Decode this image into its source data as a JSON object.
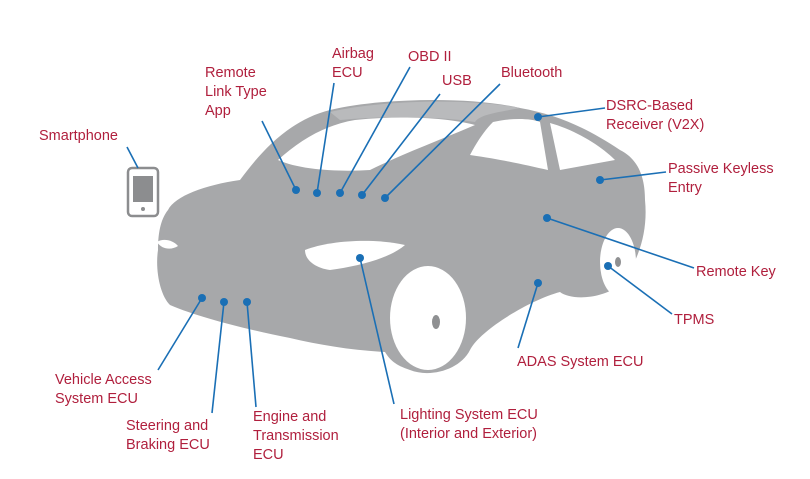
{
  "colors": {
    "car_body": "#a7a8aa",
    "car_dark": "#8f9092",
    "glass": "#ffffff",
    "line": "#1a6fb5",
    "dot": "#1a6fb5",
    "label": "#b01f3d",
    "phone": "#8c8d8f"
  },
  "labels": {
    "smartphone": "Smartphone",
    "remote_link": "Remote\nLink Type\nApp",
    "airbag": "Airbag\nECU",
    "obd": "OBD II",
    "usb": "USB",
    "bluetooth": "Bluetooth",
    "dsrc": "DSRC-Based\nReceiver (V2X)",
    "keyless": "Passive Keyless\nEntry",
    "remote_key": "Remote Key",
    "tpms": "TPMS",
    "adas": "ADAS System ECU",
    "lighting": "Lighting System ECU\n(Interior and Exterior)",
    "engine": "Engine and\nTransmission\nECU",
    "steering": "Steering and\nBraking ECU",
    "vehicle_access": "Vehicle Access\nSystem ECU"
  },
  "icons": {
    "phone": "smartphone-icon",
    "car": "car-silhouette"
  }
}
